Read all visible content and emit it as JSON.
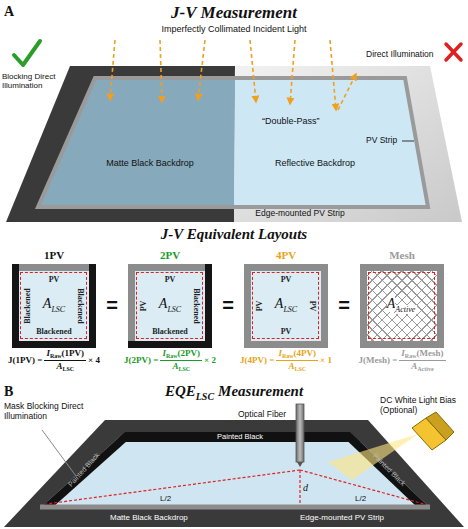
{
  "diagram": {
    "nodes": [
      {
        "text": [
          "1PV",
          "PV",
          "Blackened",
          "Blackened",
          "Blackened",
          "A",
          "LSC"
        ]
      },
      {
        "text": [
          "2PV",
          "PV",
          "PV",
          "Blackened",
          "Blackened",
          "A",
          "LSC"
        ]
      },
      {
        "text": [
          "4PV",
          "PV",
          "PV",
          "PV",
          "PV",
          "A",
          "LSC"
        ]
      },
      {
        "text": [
          "Mesh",
          "A",
          "Active"
        ]
      }
    ],
    "labels": [
      "A",
      "J-V Measurement",
      "Imperfectly Collimated Incident Light",
      "Blocking Direct Illumination",
      "Direct Illumination",
      "“Double-Pass”",
      "Matte Black Backdrop",
      "Reflective Backdrop",
      "PV Strip",
      "Edge-mounted PV Strip",
      "J-V Equivalent Layouts",
      "=",
      "=",
      "=",
      "J(1PV) =",
      "I",
      "Raw",
      "(1PV)",
      "A",
      "LSC",
      "× 4",
      "J(2PV) =",
      "I",
      "Raw",
      "(2PV)",
      "A",
      "LSC",
      "× 2",
      "J(4PV) =",
      "I",
      "Raw",
      "(4PV)",
      "A",
      "LSC",
      "× 1",
      "J(Mesh) =",
      "I",
      "Raw",
      "(Mesh)",
      "A",
      "Active",
      "B",
      "EQE",
      "LSC",
      "Measurement",
      "Optical Fiber",
      "DC White Light Bias (Optional)",
      "Mask Blocking Direct Illumination",
      "Painted Black",
      "Painted Black",
      "Painted Black",
      "d",
      "L/2",
      "L/2",
      "Edge-mounted PV Strip",
      "Matte Black Backdrop"
    ]
  }
}
